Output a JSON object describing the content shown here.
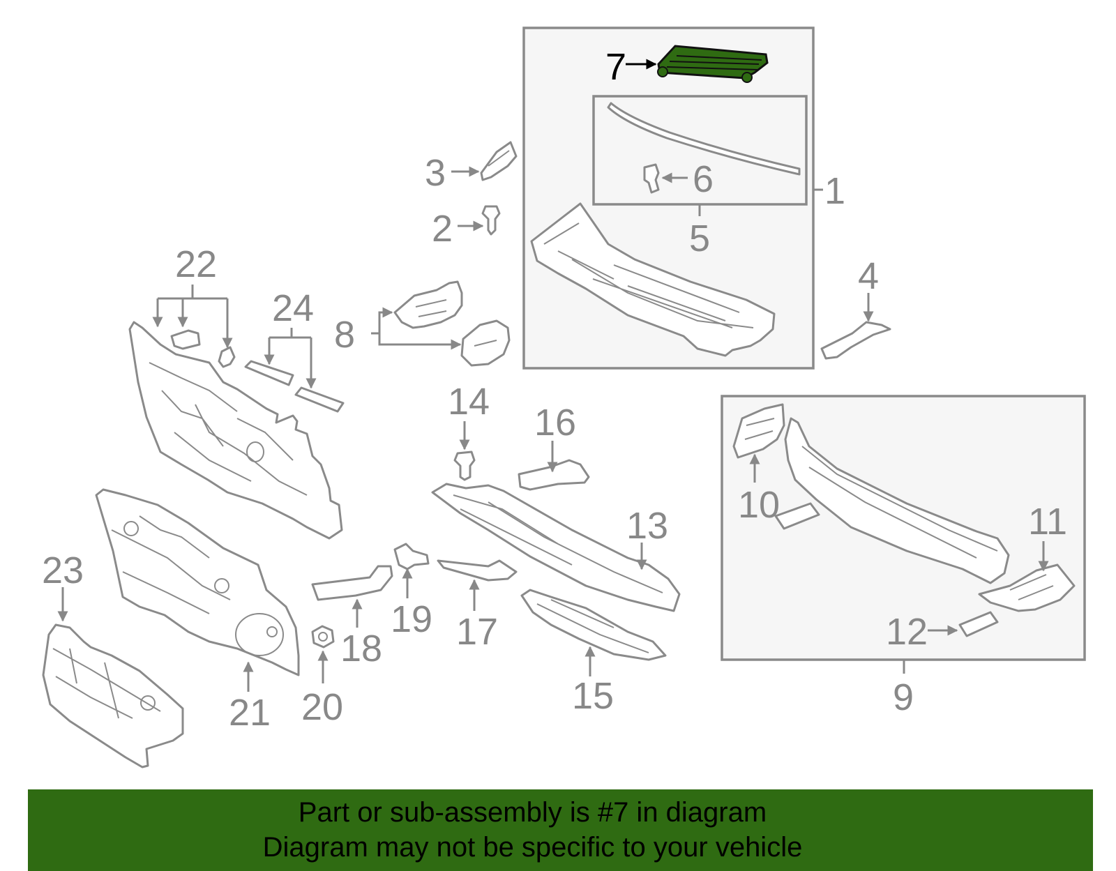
{
  "diagram": {
    "highlight_color": "#2f6b12",
    "callouts": {
      "c1": "1",
      "c2": "2",
      "c3": "3",
      "c4": "4",
      "c5": "5",
      "c6": "6",
      "c7": "7",
      "c8": "8",
      "c9": "9",
      "c10": "10",
      "c11": "11",
      "c12": "12",
      "c13": "13",
      "c14": "14",
      "c15": "15",
      "c16": "16",
      "c17": "17",
      "c18": "18",
      "c19": "19",
      "c20": "20",
      "c21": "21",
      "c22": "22",
      "c23": "23",
      "c24": "24"
    }
  },
  "banner": {
    "line1": "Part or sub-assembly is #7 in diagram",
    "line2": "Diagram may not be specific to your vehicle",
    "color": "#2f6b12"
  }
}
